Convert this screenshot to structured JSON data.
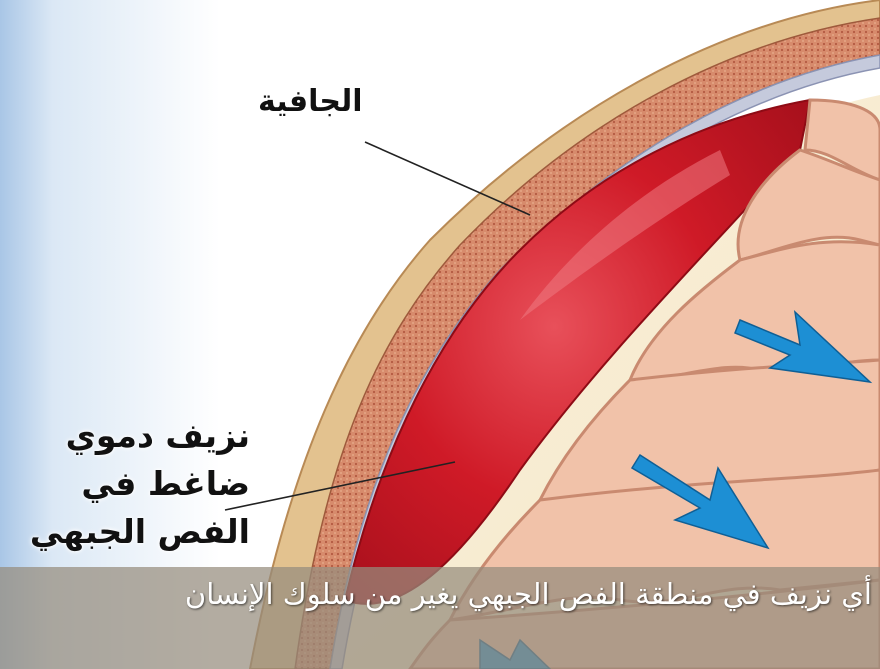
{
  "labels": {
    "dura": "الجافية",
    "hemorrhage_line1": "نزيف دموي",
    "hemorrhage_line2": "ضاغط في",
    "hemorrhage_line3": "الفص الجبهي"
  },
  "caption": "أي نزيف في منطقة الفص الجبهي يغير من سلوك الإنسان",
  "colors": {
    "background": "#ffffff",
    "left_edge": "#a9c6e6",
    "scalp": "#e2c08f",
    "bone": "#cf8a6a",
    "dura": "#bcc3d8",
    "hematoma": "#d01c28",
    "brain": "#f0c0a8",
    "arrow": "#1d8fd4",
    "caption_bar": "#968c7d"
  },
  "icons": [
    "pressure-arrow-icon"
  ]
}
